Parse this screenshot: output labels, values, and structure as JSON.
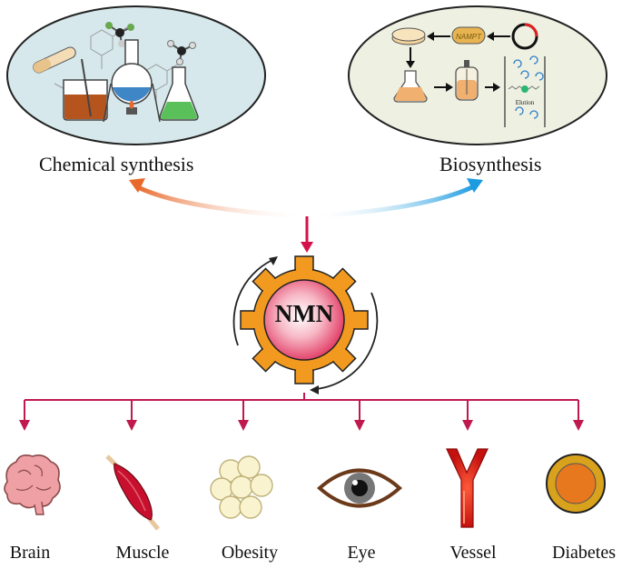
{
  "top": {
    "chemical_label": "Chemical synthesis",
    "bio_label": "Biosynthesis"
  },
  "center": {
    "label": "NMN"
  },
  "targets": [
    {
      "label": "Brain",
      "icon": "brain-icon"
    },
    {
      "label": "Muscle",
      "icon": "muscle-icon"
    },
    {
      "label": "Obesity",
      "icon": "fat-cells-icon"
    },
    {
      "label": "Eye",
      "icon": "eye-icon"
    },
    {
      "label": "Vessel",
      "icon": "blood-vessel-icon"
    },
    {
      "label": "Diabetes",
      "icon": "diabetes-icon"
    }
  ],
  "bio_panel": {
    "gene_label": "NAMPT",
    "elution_label": "Elution"
  },
  "colors": {
    "arrow_red": "#d4104a",
    "chem_orange": "#e8692a",
    "bio_blue": "#1d9be0",
    "gear_orange": "#f29a1f",
    "panel_fill": "#d6e8ec"
  }
}
